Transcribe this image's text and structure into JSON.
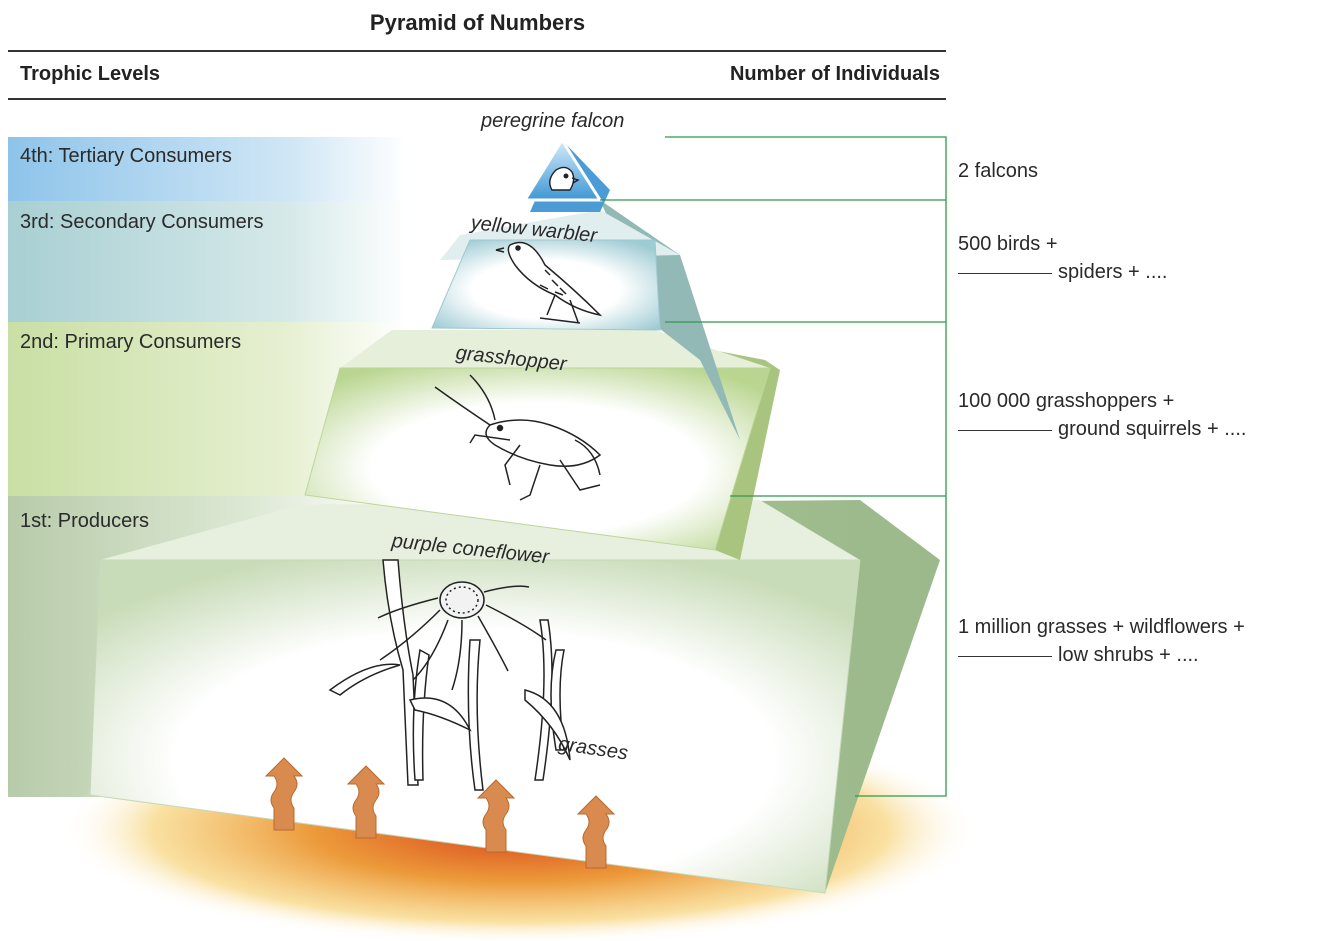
{
  "title": "Pyramid of Numbers",
  "headers": {
    "left": "Trophic Levels",
    "right": "Number of Individuals"
  },
  "levels": [
    {
      "label": "4th: Tertiary Consumers",
      "organism": "peregrine falcon",
      "count_line1": "2 falcons",
      "count_line2": "",
      "color": "#8ec4ea"
    },
    {
      "label": "3rd: Secondary Consumers",
      "organism": "yellow warbler",
      "count_line1": "500 birds +",
      "count_line2": "spiders + ....",
      "color": "#a8cfd3"
    },
    {
      "label": "2nd: Primary Consumers",
      "organism": "grasshopper",
      "count_line1": "100 000 grasshoppers +",
      "count_line2": "ground squirrels + ....",
      "color": "#c9dfa4"
    },
    {
      "label": "1st: Producers",
      "organism": "purple coneflower",
      "organism2": "grasses",
      "count_line1": "1 million grasses + wildflowers +",
      "count_line2": "low shrubs + ....",
      "color": "#b7cba9"
    }
  ],
  "colors": {
    "bracket": "#2e9a4e",
    "glow": "#e8a23a",
    "arrow": "#d98a4e"
  }
}
